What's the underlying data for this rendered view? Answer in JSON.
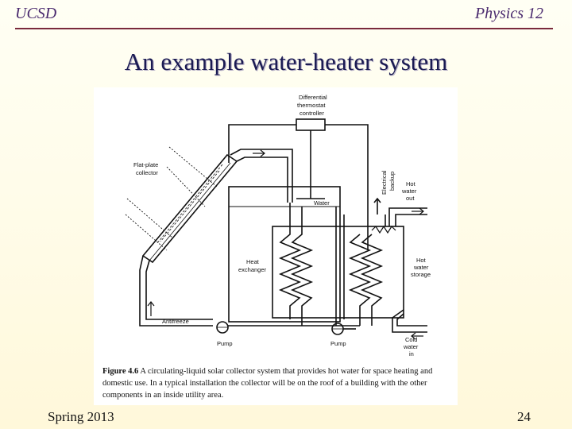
{
  "header": {
    "left": "UCSD",
    "right": "Physics 12"
  },
  "title": "An example water-heater system",
  "figure": {
    "labels": {
      "controller_1": "Differential",
      "controller_2": "thermostat",
      "controller_3": "controller",
      "collector_1": "Flat-plate",
      "collector_2": "collector",
      "backup_1": "Electrical",
      "backup_2": "backup",
      "hotout_1": "Hot",
      "hotout_2": "water",
      "hotout_3": "out",
      "water": "Water",
      "hx_1": "Heat",
      "hx_2": "exchanger",
      "storage_1": "Hot",
      "storage_2": "water",
      "storage_3": "storage",
      "antifreeze": "Antifreeze",
      "pump_left": "Pump",
      "pump_right": "Pump",
      "coldin_1": "Cold",
      "coldin_2": "water",
      "coldin_3": "in"
    },
    "caption_number": "Figure 4.6",
    "caption_text": "A circulating-liquid solar collector system that provides hot water for space heating and domestic use. In a typical installation the collector will be on the roof of a building with the other components in an inside utility area."
  },
  "footer": {
    "left": "Spring 2013",
    "right": "24"
  },
  "colors": {
    "header_text": "#4a2a6e",
    "rule": "#7a2a3c",
    "title_text": "#1a1a52"
  }
}
